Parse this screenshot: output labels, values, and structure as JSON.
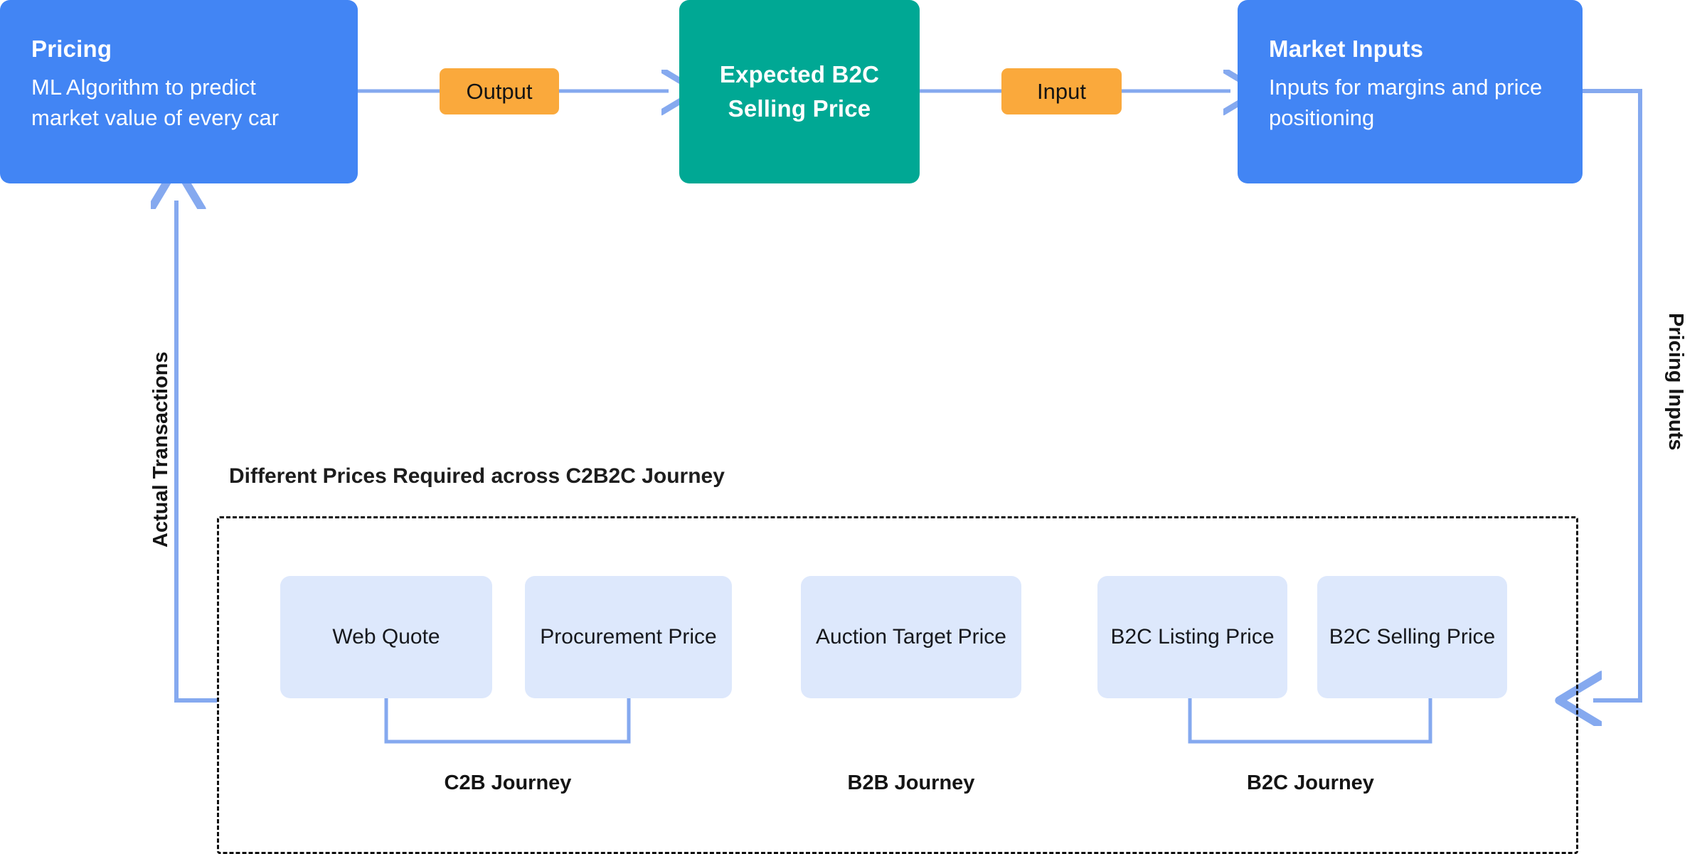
{
  "diagram": {
    "colors": {
      "blue": "#4285f4",
      "teal": "#00a894",
      "orange": "#faa93c",
      "chip_blue": "#dde8fc",
      "connector_blue": "#85a9ef",
      "dark_text": "#141414"
    },
    "process": {
      "pricing": {
        "title": "Pricing",
        "desc": "ML Algorithm to predict market value of every car"
      },
      "expected": {
        "line1": "Expected B2C",
        "line2": "Selling Price"
      },
      "market_inputs": {
        "title": "Market Inputs",
        "desc": "Inputs for margins and price positioning"
      }
    },
    "badges": {
      "output": "Output",
      "input": "Input"
    },
    "edge_labels": {
      "left": "Actual Transactions",
      "right": "Pricing Inputs"
    },
    "section": {
      "title": "Different Prices Required across C2B2C Journey"
    },
    "price_chips": [
      {
        "label": "Web Quote"
      },
      {
        "label": "Procurement Price"
      },
      {
        "label": "Auction Target Price"
      },
      {
        "label": "B2C Listing Price"
      },
      {
        "label": "B2C Selling Price"
      }
    ],
    "journeys": [
      {
        "label": "C2B Journey"
      },
      {
        "label": "B2B Journey"
      },
      {
        "label": "B2C Journey"
      }
    ]
  }
}
